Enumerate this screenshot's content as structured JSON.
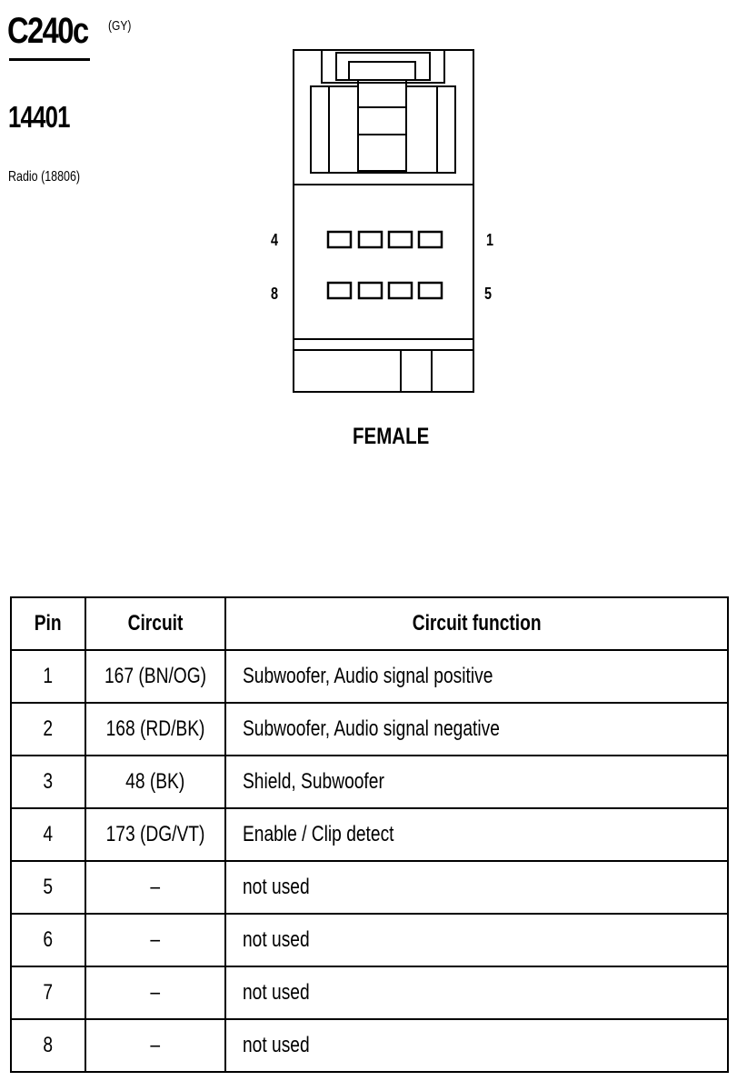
{
  "connector": {
    "id": "C240c",
    "color_code": "(GY)",
    "part_number": "14401",
    "component": "Radio (18806)",
    "view": "FEMALE",
    "pin_labels": {
      "top_left": "4",
      "top_right": "1",
      "bottom_left": "8",
      "bottom_right": "5"
    }
  },
  "table": {
    "headers": [
      "Pin",
      "Circuit",
      "Circuit function"
    ],
    "rows": [
      {
        "pin": "1",
        "circuit": "167 (BN/OG)",
        "function": "Subwoofer, Audio signal positive"
      },
      {
        "pin": "2",
        "circuit": "168 (RD/BK)",
        "function": "Subwoofer, Audio signal negative"
      },
      {
        "pin": "3",
        "circuit": "48 (BK)",
        "function": "Shield, Subwoofer"
      },
      {
        "pin": "4",
        "circuit": "173 (DG/VT)",
        "function": "Enable / Clip detect"
      },
      {
        "pin": "5",
        "circuit": "–",
        "function": "not used"
      },
      {
        "pin": "6",
        "circuit": "–",
        "function": "not used"
      },
      {
        "pin": "7",
        "circuit": "–",
        "function": "not used"
      },
      {
        "pin": "8",
        "circuit": "–",
        "function": "not used"
      }
    ]
  }
}
